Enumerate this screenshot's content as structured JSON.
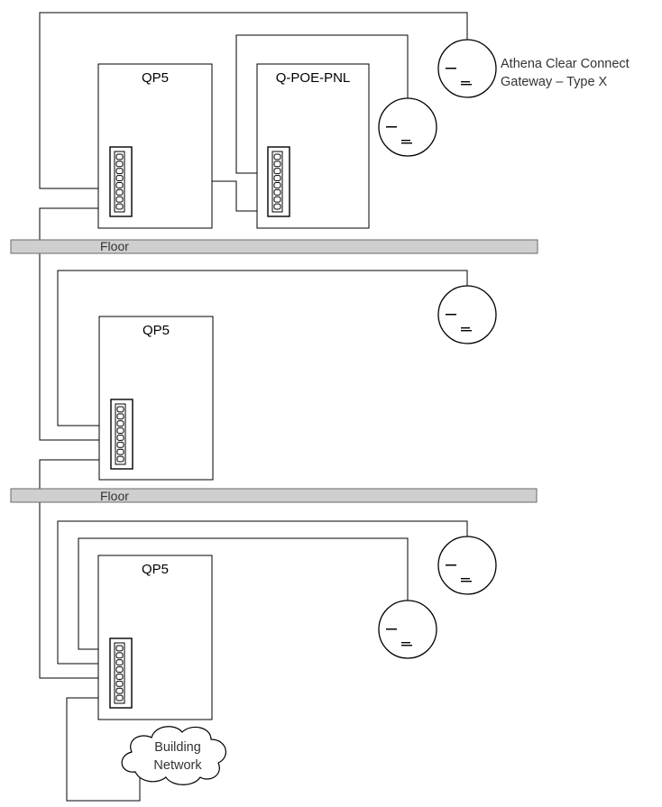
{
  "panels": {
    "qp5_top": "QP5",
    "qpoe": "Q-POE-PNL",
    "qp5_mid": "QP5",
    "qp5_bottom": "QP5"
  },
  "floors": {
    "floor_1": "Floor",
    "floor_2": "Floor"
  },
  "gateway_label": {
    "line1": "Athena Clear Connect",
    "line2": "Gateway – Type X"
  },
  "cloud": {
    "line1": "Building",
    "line2": "Network"
  },
  "icons": {
    "gateway": "wireless-gateway-icon",
    "port_strip": "ethernet-port-strip-icon",
    "network": "cloud-icon"
  }
}
